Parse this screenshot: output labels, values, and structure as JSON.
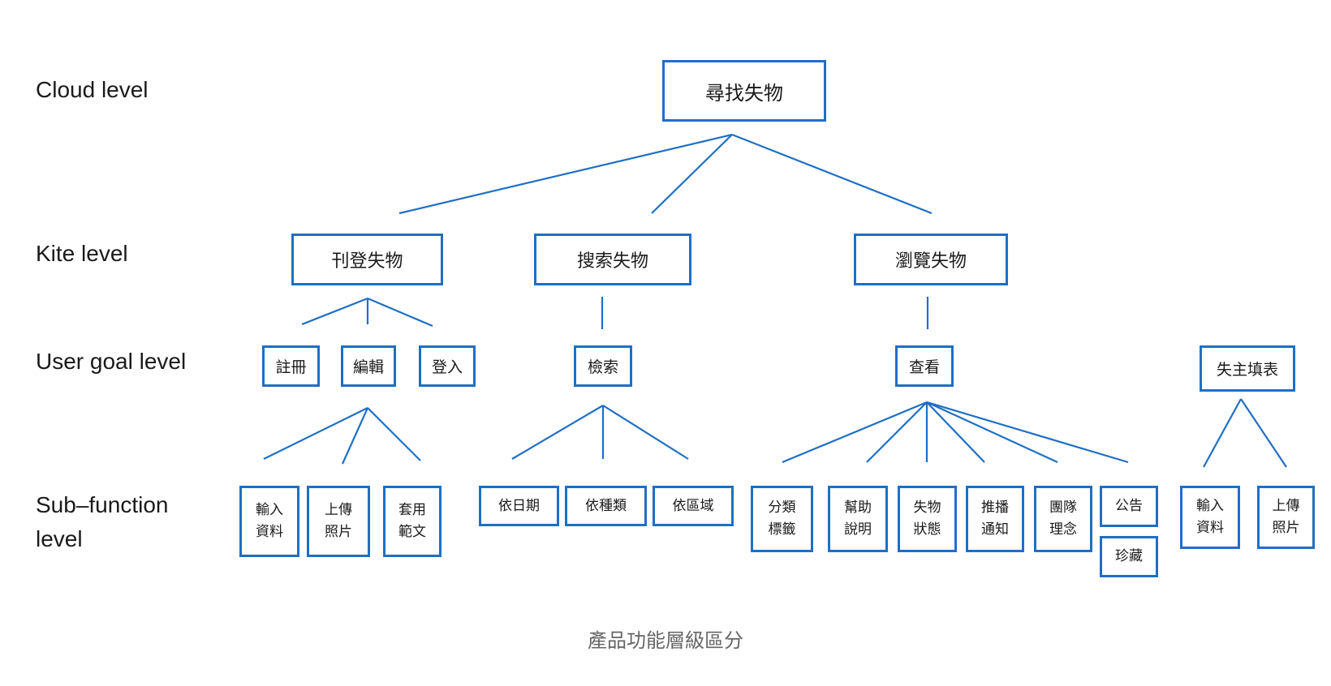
{
  "levels": {
    "cloud": "Cloud level",
    "kite": "Kite level",
    "user_goal": "User goal level",
    "sub_function": "Sub–function\nlevel"
  },
  "root": "尋找失物",
  "kite": [
    "刊登失物",
    "搜索失物",
    "瀏覽失物"
  ],
  "goals": [
    "註冊",
    "編輯",
    "登入",
    "檢索",
    "查看",
    "失主填表"
  ],
  "subs": {
    "edit": [
      "輸入\n資料",
      "上傳\n照片",
      "套用\n範文"
    ],
    "search": [
      "依日期",
      "依種類",
      "依區域"
    ],
    "view": [
      "分類\n標籤",
      "幫助\n說明",
      "失物\n狀態",
      "推播\n通知",
      "團隊\n理念",
      "公告",
      "珍藏"
    ],
    "owner": [
      "輸入\n資料",
      "上傳\n照片"
    ]
  },
  "caption": "產品功能層級區分",
  "colors": {
    "line": "#1f6fc4",
    "text": "#1a1a1a",
    "caption": "#666666"
  }
}
